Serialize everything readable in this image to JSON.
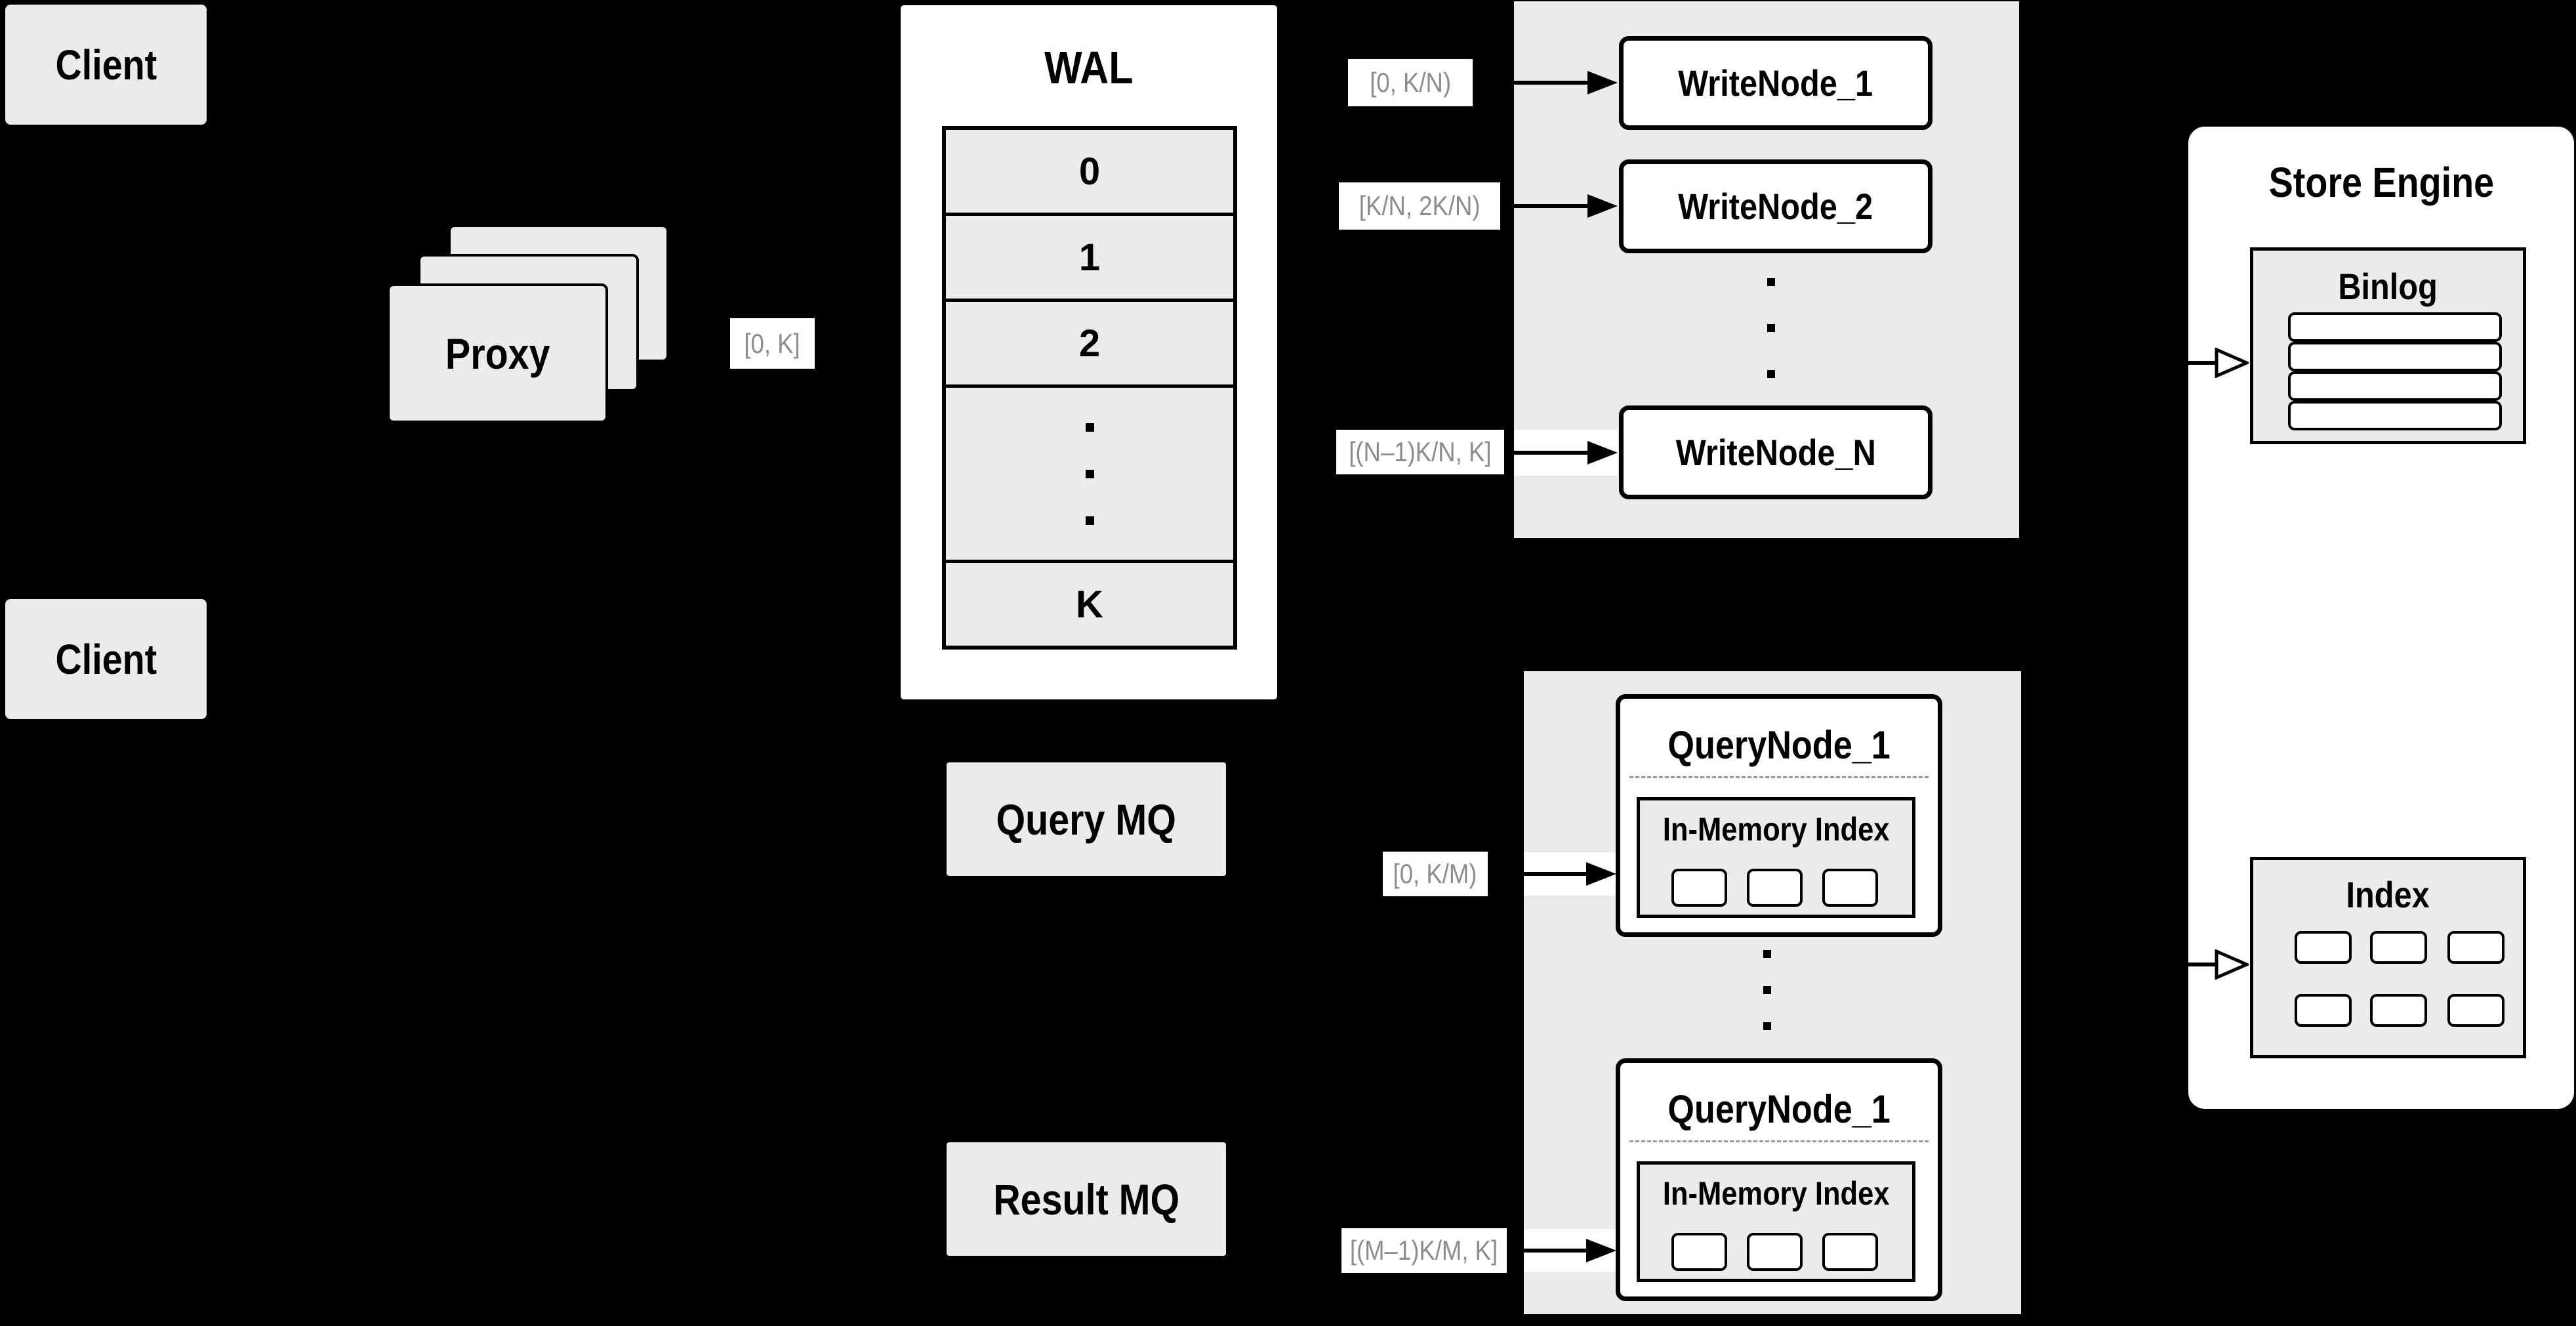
{
  "diagram": {
    "clients": {
      "top": "Client",
      "bottom": "Client"
    },
    "proxy": {
      "label": "Proxy"
    },
    "edge_labels": {
      "proxy_to_wal": "[0, K]",
      "wal_to_wn1": "[0,  K/N)",
      "wal_to_wn2": "[K/N, 2K/N)",
      "wal_to_wnN": "[(N–1)K/N,  K]",
      "mq_to_qn1": "[0, K/M)",
      "mq_to_qn2": "[(M–1)K/M, K]"
    },
    "wal": {
      "title": "WAL",
      "rows": [
        "0",
        "1",
        "2",
        "K"
      ]
    },
    "write_nodes": {
      "node1": "WriteNode_1",
      "node2": "WriteNode_2",
      "nodeN": "WriteNode_N"
    },
    "mq": {
      "query": "Query MQ",
      "result": "Result MQ"
    },
    "query_nodes": {
      "node1": {
        "title": "QueryNode_1",
        "inner": "In-Memory Index"
      },
      "node2": {
        "title": "QueryNode_1",
        "inner": "In-Memory Index"
      }
    },
    "store": {
      "title": "Store Engine",
      "binlog": "Binlog",
      "index": "Index"
    },
    "colors": {
      "background": "#000000",
      "panel_gray": "#ebebeb",
      "node_white": "#ffffff",
      "label_text_gray": "#8c8c8c",
      "line_black": "#000000",
      "dash_gray": "#999999"
    }
  }
}
